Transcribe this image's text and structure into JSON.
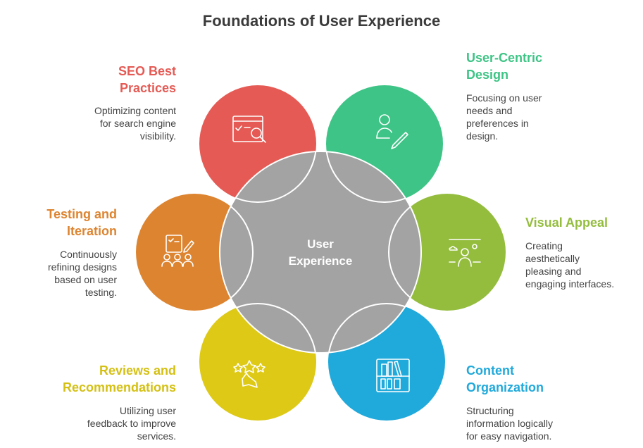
{
  "title": "Foundations of User Experience",
  "center": {
    "line1": "User",
    "line2": "Experience",
    "color": "#A3A3A3"
  },
  "items": [
    {
      "id": "seo",
      "h1": "SEO Best",
      "h2": "Practices",
      "d": [
        "Optimizing content",
        "for search engine",
        "visibility."
      ],
      "color": "#E55A54",
      "icon": "search-checklist-icon"
    },
    {
      "id": "ucd",
      "h1": "User-Centric",
      "h2": "Design",
      "d": [
        "Focusing on user",
        "needs and",
        "preferences in",
        "design."
      ],
      "color": "#3EC486",
      "icon": "user-pencil-icon"
    },
    {
      "id": "visual",
      "h1": "Visual Appeal",
      "h2": "",
      "d": [
        "Creating",
        "aesthetically",
        "pleasing and",
        "engaging interfaces."
      ],
      "color": "#94BD3E",
      "icon": "person-sun-icon"
    },
    {
      "id": "content",
      "h1": "Content",
      "h2": "Organization",
      "d": [
        "Structuring",
        "information logically",
        "for easy navigation."
      ],
      "color": "#20A9DB",
      "icon": "bookshelf-icon"
    },
    {
      "id": "reviews",
      "h1": "Reviews and",
      "h2": "Recommendations",
      "d": [
        "Utilizing user",
        "feedback to improve",
        "services."
      ],
      "color": "#DDC916",
      "icon": "stars-thumbs-icon"
    },
    {
      "id": "testing",
      "h1": "Testing and",
      "h2": "Iteration",
      "d": [
        "Continuously",
        "refining designs",
        "based on user",
        "testing."
      ],
      "color": "#DD8430",
      "icon": "test-users-icon"
    }
  ]
}
